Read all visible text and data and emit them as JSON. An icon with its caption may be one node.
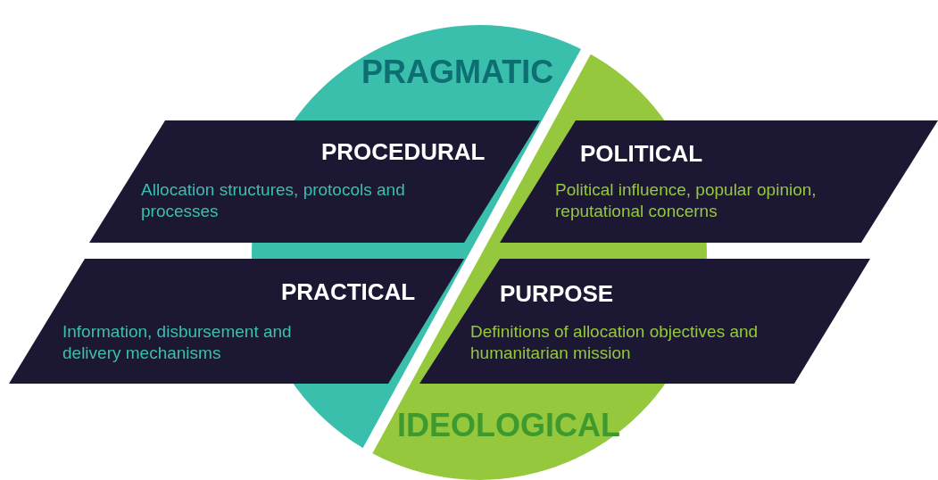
{
  "diagram": {
    "nodes": [
      {
        "text": [
          "PRAGMATIC"
        ]
      },
      {
        "text": [
          "PROCEDURAL",
          "Allocation structures, protocols and processes"
        ]
      },
      {
        "text": [
          "POLITICAL",
          "Political influence, popular opinion, reputational concerns"
        ]
      },
      {
        "text": [
          "PRACTICAL",
          "Information, disbursement and delivery mechanisms"
        ]
      },
      {
        "text": [
          "PURPOSE",
          "Definitions of allocation objectives and humanitarian mission"
        ]
      },
      {
        "text": [
          "IDEOLOGICAL"
        ]
      }
    ]
  }
}
